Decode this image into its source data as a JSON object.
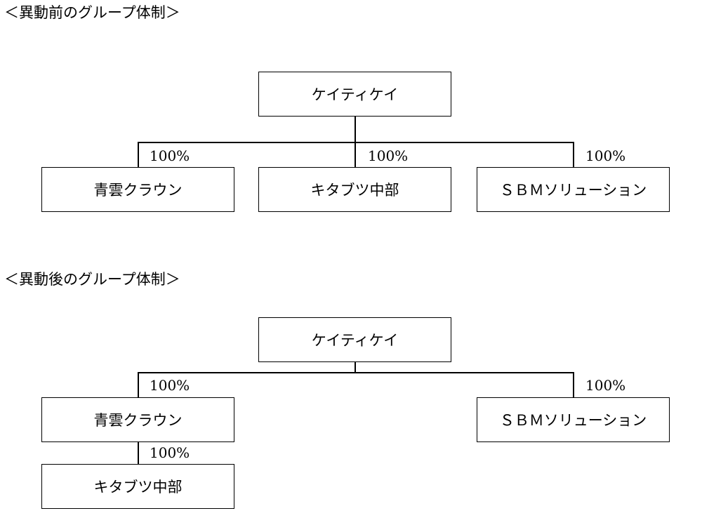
{
  "before": {
    "heading": "＜異動前のグループ体制＞",
    "parent": "ケイティケイ",
    "children": [
      {
        "name": "青雲クラウン",
        "share": "100%"
      },
      {
        "name": "キタブツ中部",
        "share": "100%"
      },
      {
        "name": "ＳＢＭソリューション",
        "share": "100%"
      }
    ]
  },
  "after": {
    "heading": "＜異動後のグループ体制＞",
    "parent": "ケイティケイ",
    "children": [
      {
        "name": "青雲クラウン",
        "share": "100%"
      },
      {
        "name": "ＳＢＭソリューション",
        "share": "100%"
      }
    ],
    "grandchild": {
      "name": "キタブツ中部",
      "share": "100%"
    }
  }
}
